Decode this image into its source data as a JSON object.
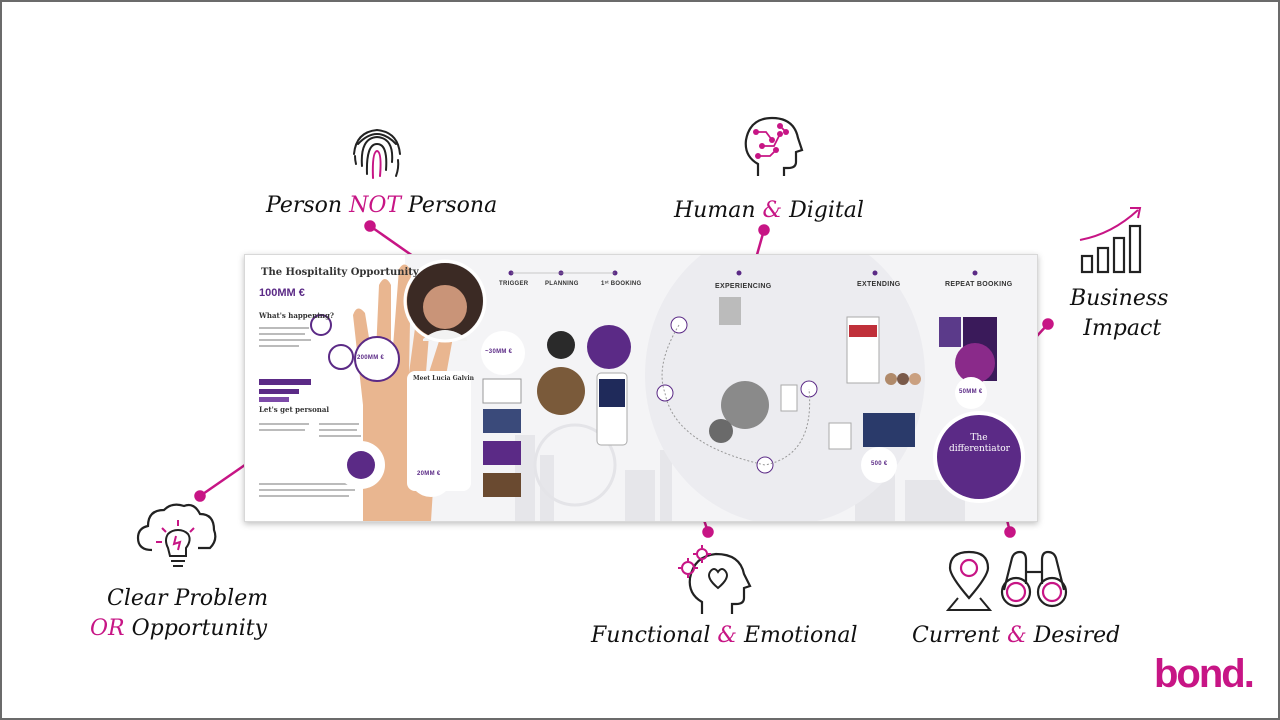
{
  "labels": {
    "person": {
      "part1": "Person ",
      "accent": "NOT",
      "part2": " Persona"
    },
    "human": {
      "part1": "Human ",
      "accent": "&",
      "part2": " Digital"
    },
    "business": {
      "line1": "Business",
      "line2": "Impact"
    },
    "clear": {
      "line1": "Clear Problem",
      "line2_accent": "OR",
      "line2_rest": " Opportunity"
    },
    "functional": {
      "part1": "Functional ",
      "accent": "&",
      "part2": " Emotional"
    },
    "current": {
      "part1": "Current ",
      "accent": "&",
      "part2": " Desired"
    }
  },
  "board": {
    "title": "The Hospitality Opportunity",
    "stat_main": "100MM €",
    "q1": "What's happening?",
    "q2": "Let's get personal",
    "stage_trigger": "TRIGGER",
    "stage_planning": "PLANNING",
    "stage_booking": "1ˢᵗ BOOKING",
    "stage_experiencing": "EXPERIENCING",
    "stage_extending": "EXTENDING",
    "stage_repeat": "REPEAT BOOKING",
    "meet": "Meet Lucia Galvin",
    "stat_30": "~30MM €",
    "stat_200": "200MM €",
    "stat_20": "20MM €",
    "stat_50": "50MM €",
    "stat_500": "500 €",
    "differentiator_1": "The",
    "differentiator_2": "differentiator"
  },
  "logo": "bond."
}
